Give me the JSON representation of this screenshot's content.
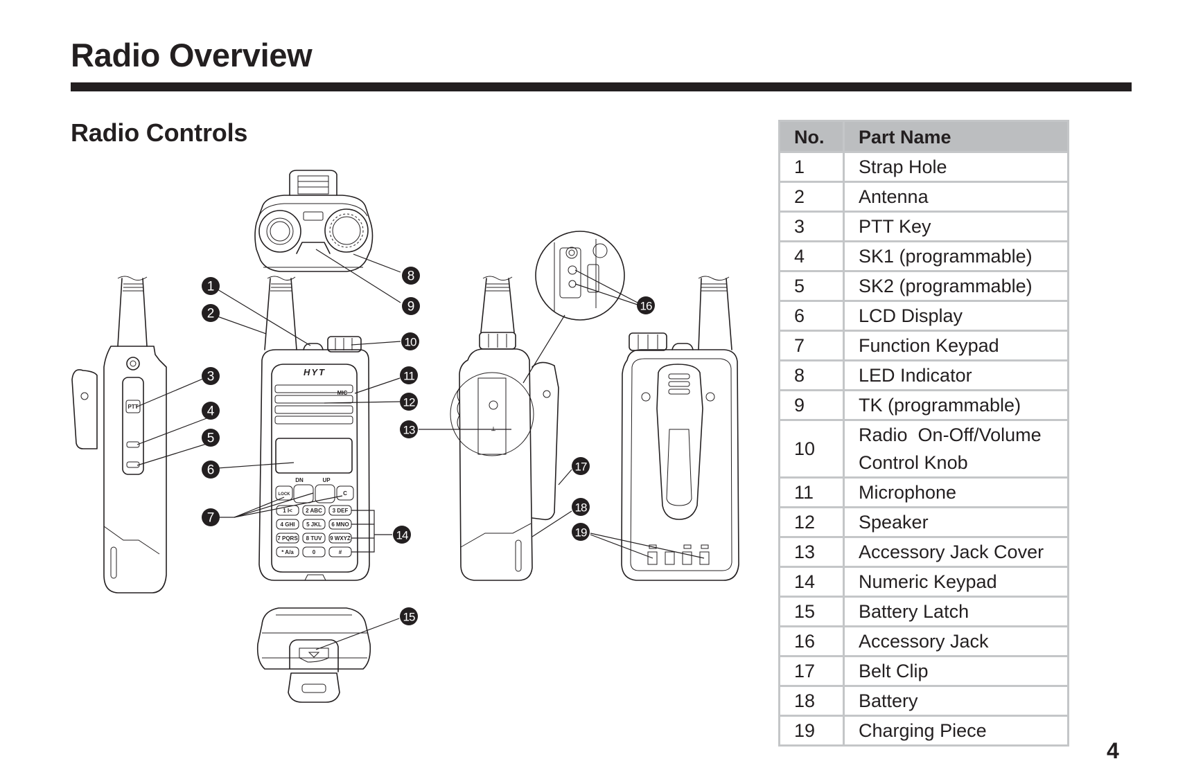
{
  "header": {
    "title": "Radio Overview",
    "section_title": "Radio Controls"
  },
  "diagram": {
    "brand_logo": "HYT",
    "keypad": {
      "nav_labels": [
        "DN",
        "UP"
      ],
      "function_keys": [
        "LOCK",
        "",
        "",
        "C"
      ],
      "numeric_keys": [
        "1 I<",
        "2 ABC",
        "3 DEF",
        "4 GHI",
        "5 JKL",
        "6 MNO",
        "7 PQRS",
        "8 TUV",
        "9 WXYZ",
        "* A/a",
        "0",
        "#"
      ]
    },
    "ptt_label": "PTT",
    "mic_label": "MIC",
    "callouts": [
      "1",
      "2",
      "3",
      "4",
      "5",
      "6",
      "7",
      "8",
      "9",
      "10",
      "11",
      "12",
      "13",
      "14",
      "15",
      "16",
      "17",
      "18",
      "19"
    ]
  },
  "table": {
    "headers": [
      "No.",
      "Part Name"
    ],
    "rows": [
      {
        "no": "1",
        "name": "Strap Hole"
      },
      {
        "no": "2",
        "name": "Antenna"
      },
      {
        "no": "3",
        "name": "PTT Key"
      },
      {
        "no": "4",
        "name": "SK1 (programmable)"
      },
      {
        "no": "5",
        "name": "SK2 (programmable)"
      },
      {
        "no": "6",
        "name": "LCD Display"
      },
      {
        "no": "7",
        "name": "Function Keypad"
      },
      {
        "no": "8",
        "name": "LED Indicator"
      },
      {
        "no": "9",
        "name": "TK (programmable)"
      },
      {
        "no": "10",
        "name": "Radio  On-Off/Volume Control Knob",
        "line1": "Radio  On-Off/Volume",
        "line2": "Control Knob"
      },
      {
        "no": "11",
        "name": "Microphone"
      },
      {
        "no": "12",
        "name": "Speaker"
      },
      {
        "no": "13",
        "name": "Accessory Jack Cover"
      },
      {
        "no": "14",
        "name": "Numeric Keypad"
      },
      {
        "no": "15",
        "name": "Battery Latch"
      },
      {
        "no": "16",
        "name": "Accessory Jack"
      },
      {
        "no": "17",
        "name": "Belt Clip"
      },
      {
        "no": "18",
        "name": "Battery"
      },
      {
        "no": "19",
        "name": "Charging Piece"
      }
    ]
  },
  "page_number": "4"
}
